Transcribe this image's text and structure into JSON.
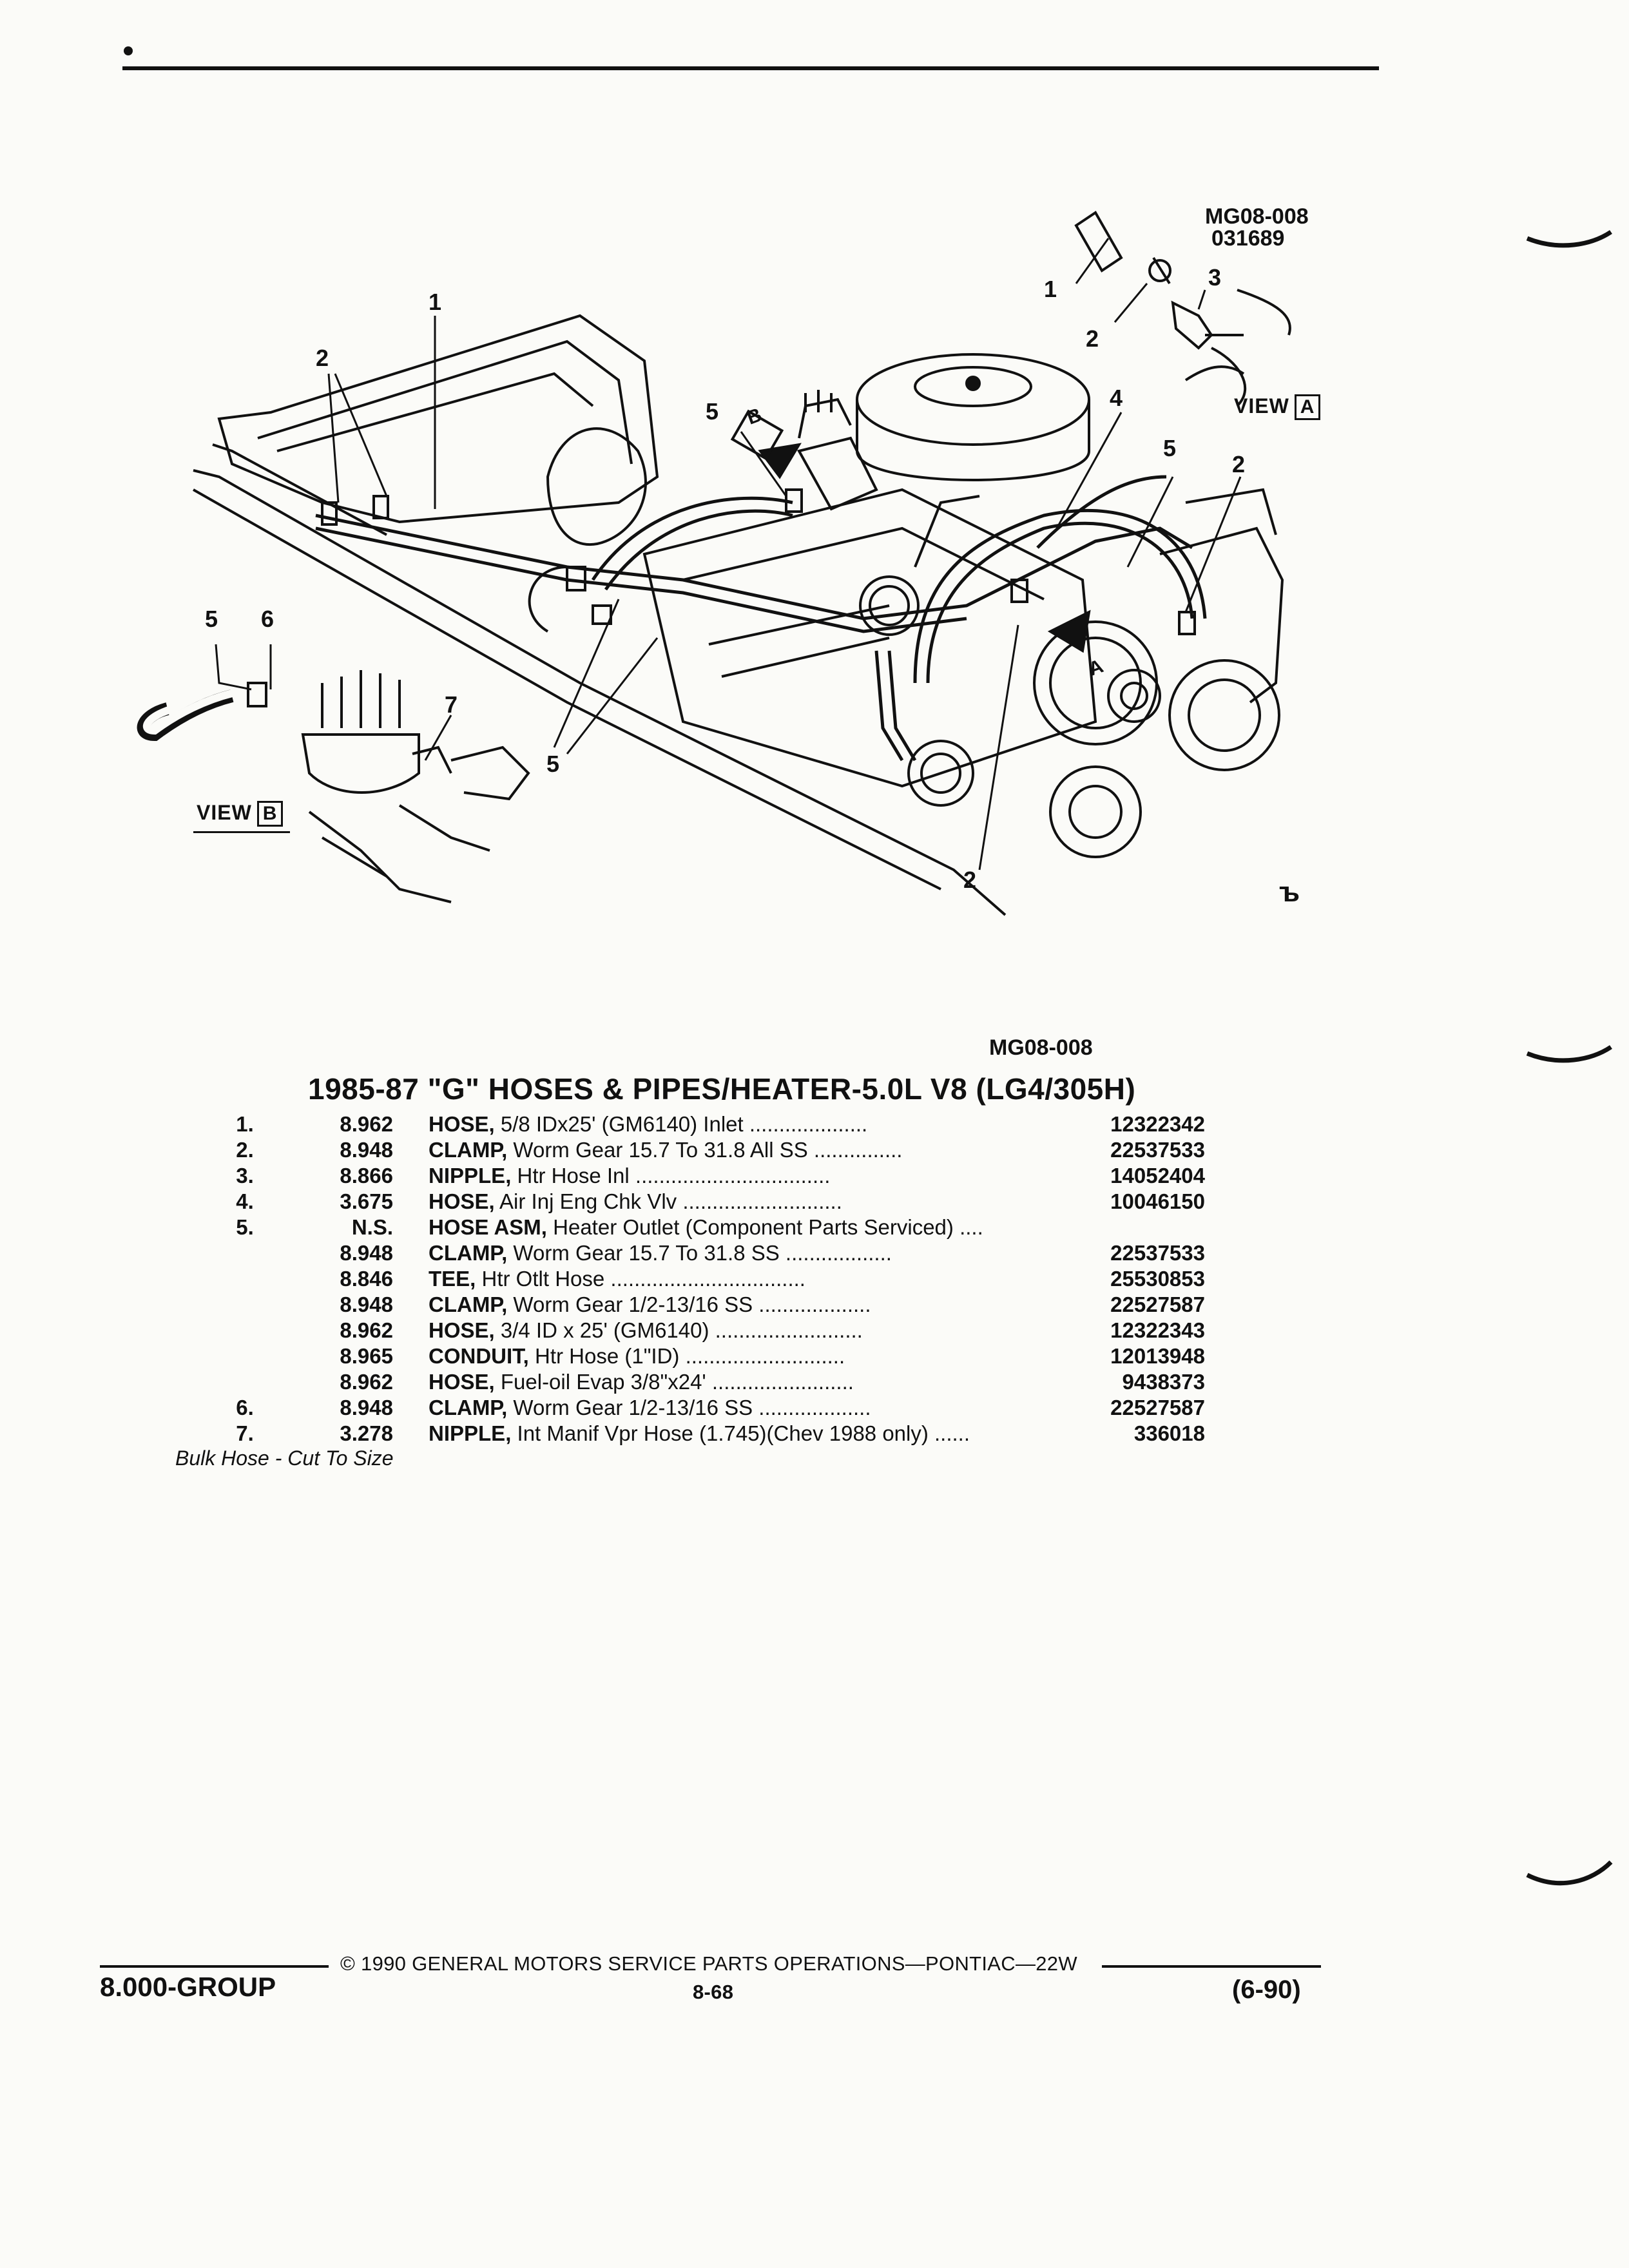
{
  "diagram": {
    "ref_code": "MG08-008",
    "ref_date": "031689",
    "view_a_label": "VIEW",
    "view_a_letter": "A",
    "view_b_label": "VIEW",
    "view_b_letter": "B",
    "arrow_a_letter": "A",
    "arrow_b_letter": "B",
    "callouts": [
      "1",
      "2",
      "3",
      "1",
      "2",
      "4",
      "5",
      "5",
      "2",
      "5",
      "6",
      "7",
      "5",
      "2"
    ],
    "bottom_code": "MG08-008",
    "corner_mark": "ъ"
  },
  "parts": {
    "title": "1985-87 \"G\" HOSES & PIPES/HEATER-5.0L V8 (LG4/305H)",
    "rows": [
      {
        "num": "1.",
        "group": "8.962",
        "name": "HOSE,",
        "desc": " 5/8 IDx25' (GM6140) Inlet ....................",
        "part": "12322342"
      },
      {
        "num": "2.",
        "group": "8.948",
        "name": "CLAMP,",
        "desc": " Worm Gear 15.7 To 31.8 All SS ...............",
        "part": "22537533"
      },
      {
        "num": "3.",
        "group": "8.866",
        "name": "NIPPLE,",
        "desc": " Htr Hose Inl .................................",
        "part": "14052404"
      },
      {
        "num": "4.",
        "group": "3.675",
        "name": "HOSE,",
        "desc": " Air Inj Eng Chk Vlv ...........................",
        "part": "10046150"
      },
      {
        "num": "5.",
        "group": "N.S.",
        "name": "HOSE ASM,",
        "desc": " Heater Outlet (Component Parts Serviced) ....",
        "part": ""
      },
      {
        "num": "",
        "group": "8.948",
        "name": "CLAMP,",
        "desc": " Worm Gear 15.7 To 31.8 SS ..................",
        "part": "22537533"
      },
      {
        "num": "",
        "group": "8.846",
        "name": "TEE,",
        "desc": " Htr Otlt Hose .................................",
        "part": "25530853"
      },
      {
        "num": "",
        "group": "8.948",
        "name": "CLAMP,",
        "desc": " Worm Gear 1/2-13/16 SS ...................",
        "part": "22527587"
      },
      {
        "num": "",
        "group": "8.962",
        "name": "HOSE,",
        "desc": " 3/4 ID x 25' (GM6140) .........................",
        "part": "12322343"
      },
      {
        "num": "",
        "group": "8.965",
        "name": "CONDUIT,",
        "desc": " Htr Hose (1\"ID) ...........................",
        "part": "12013948"
      },
      {
        "num": "",
        "group": "8.962",
        "name": "HOSE,",
        "desc": " Fuel-oil Evap 3/8\"x24' ........................",
        "part": "9438373"
      },
      {
        "num": "6.",
        "group": "8.948",
        "name": "CLAMP,",
        "desc": " Worm Gear 1/2-13/16 SS ...................",
        "part": "22527587"
      },
      {
        "num": "7.",
        "group": "3.278",
        "name": "NIPPLE,",
        "desc": " Int Manif Vpr Hose (1.745)(Chev 1988 only) ......",
        "part": "336018"
      }
    ],
    "footnote": "Bulk Hose - Cut To Size"
  },
  "footer": {
    "copyright": "© 1990 GENERAL MOTORS SERVICE PARTS OPERATIONS—PONTIAC—22W",
    "group": "8.000-GROUP",
    "page": "8-68",
    "date": "(6-90)"
  }
}
